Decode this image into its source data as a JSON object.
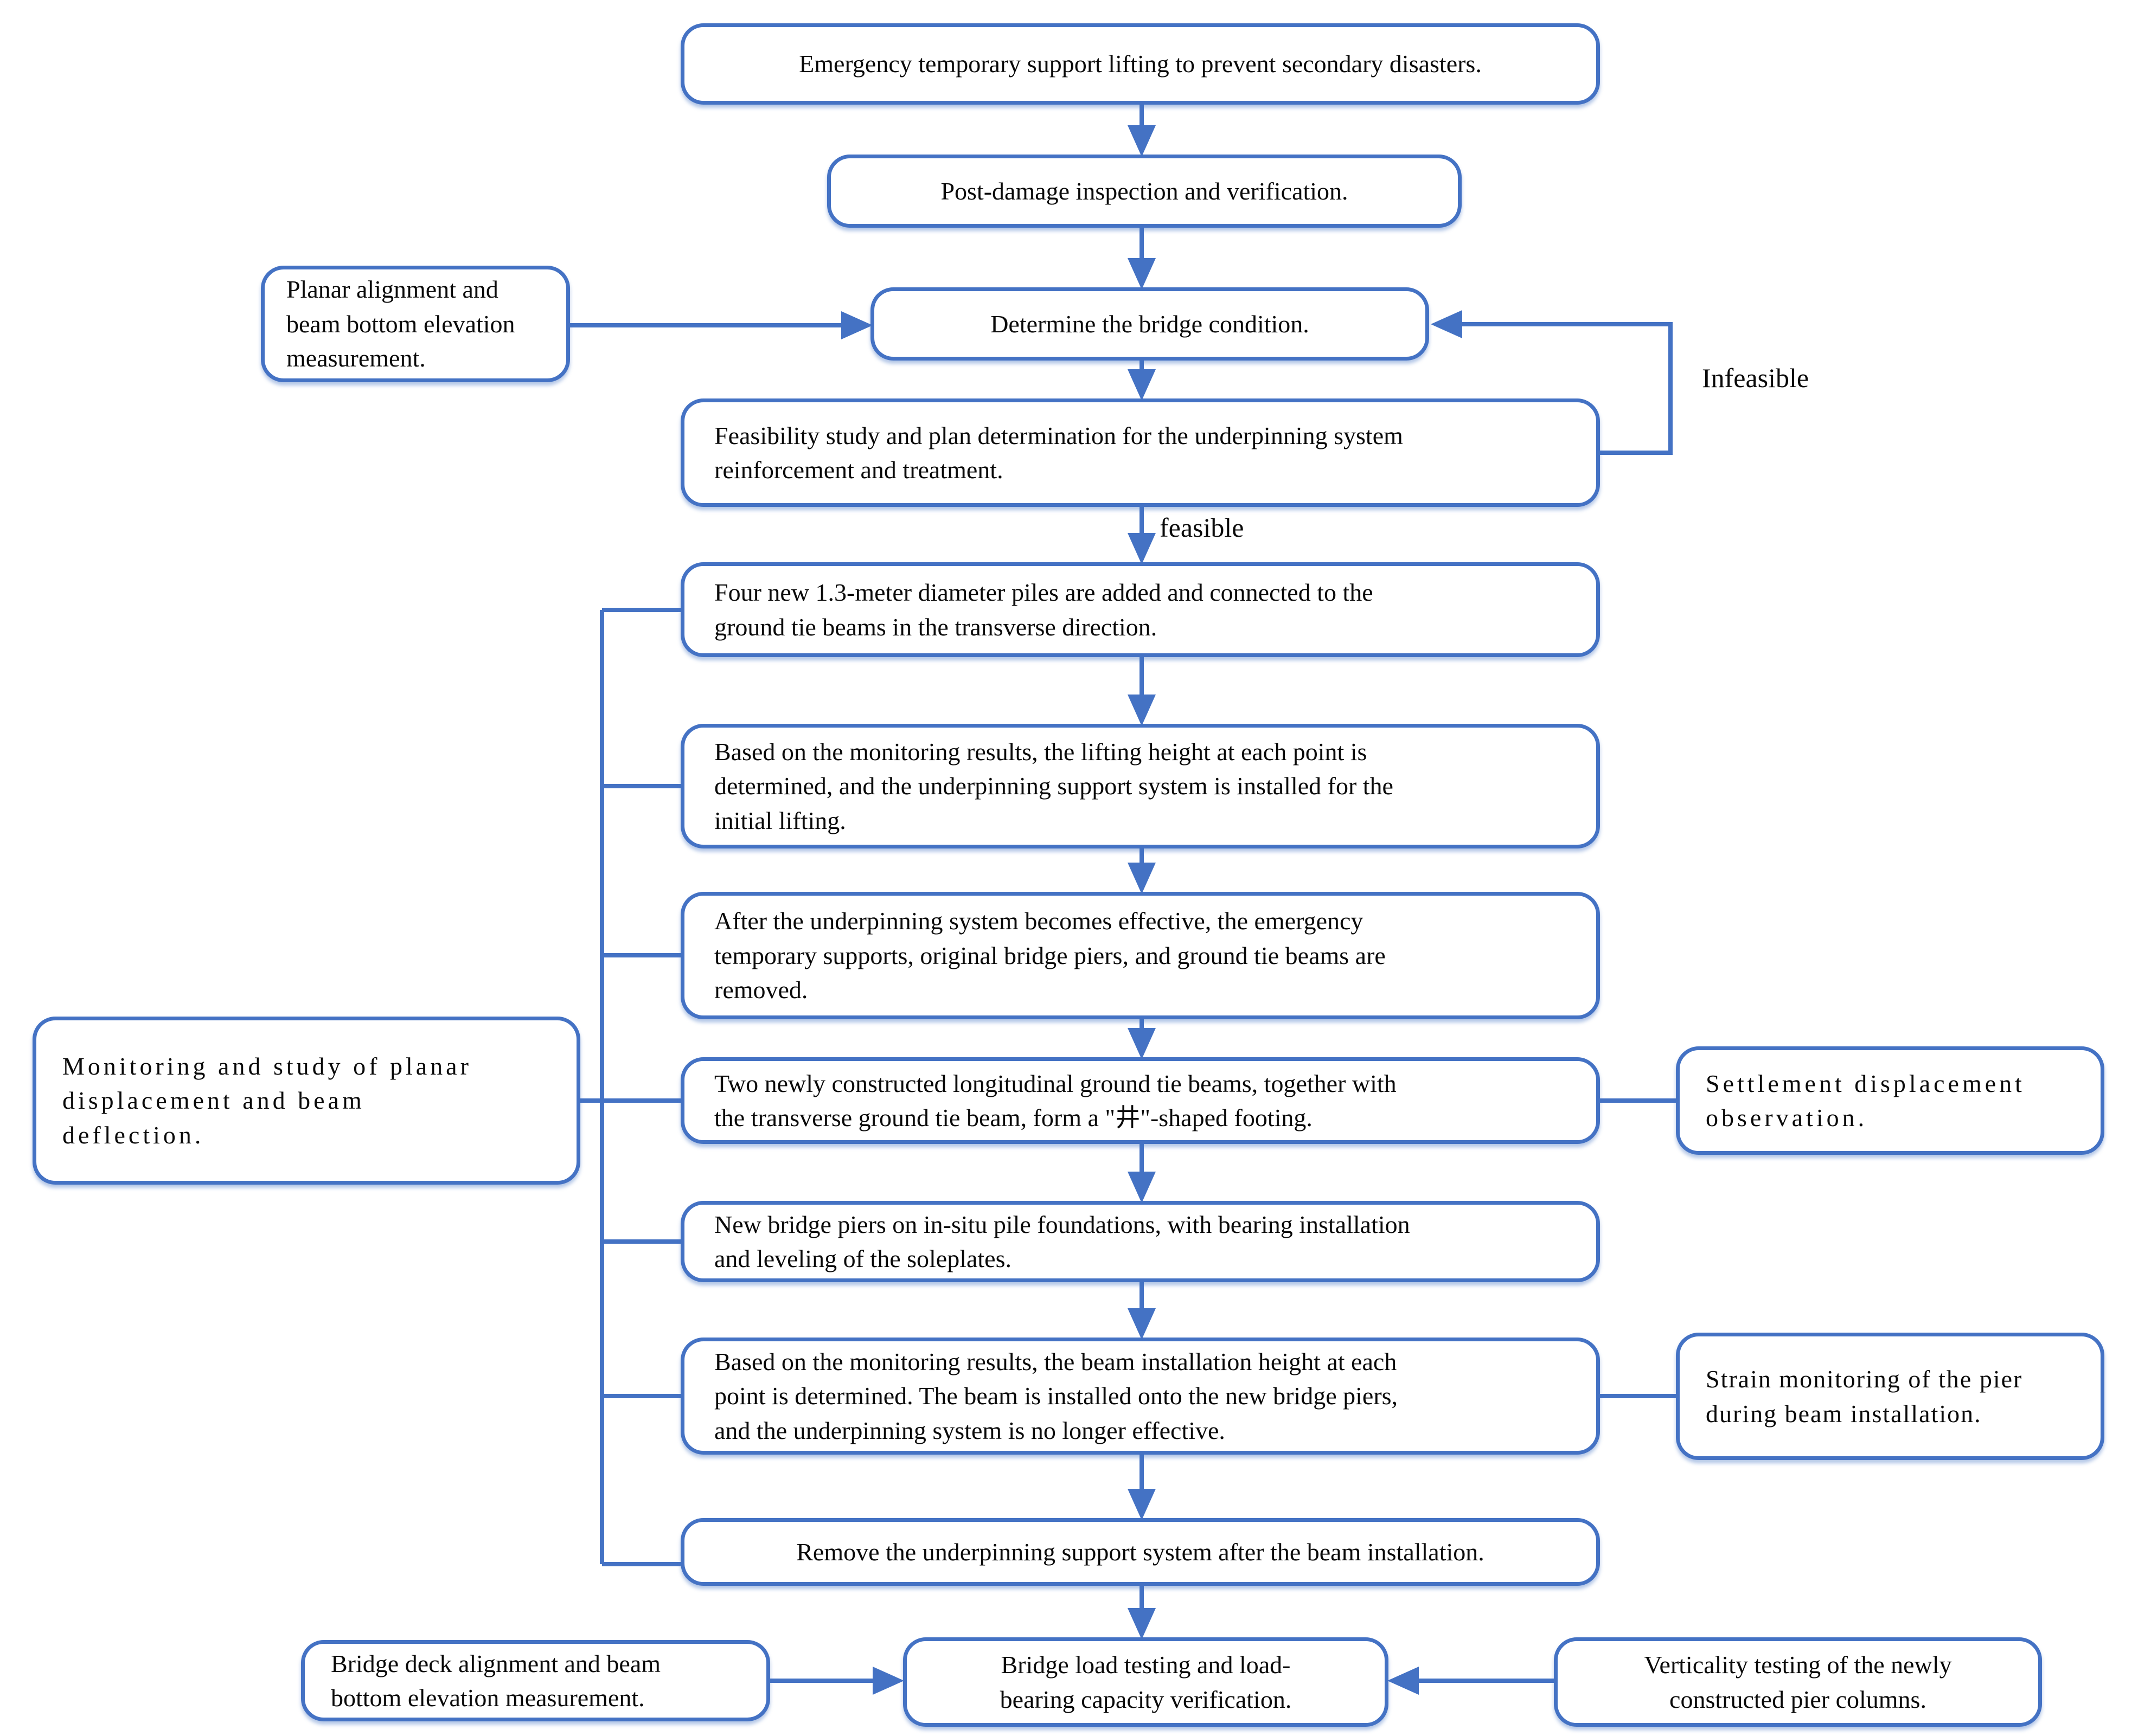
{
  "diagram": {
    "accent_color": "#4472C4",
    "background_color": "#ffffff",
    "text_color": "#0a0a0a",
    "edge_labels": {
      "infeasible": "Infeasible",
      "feasible": "feasible"
    },
    "main_flow": [
      {
        "id": "emergency-support",
        "text": "Emergency temporary support lifting to prevent secondary disasters."
      },
      {
        "id": "post-damage-inspection",
        "text": "Post-damage inspection and verification."
      },
      {
        "id": "determine-bridge-condition",
        "text": "Determine the bridge condition."
      },
      {
        "id": "feasibility-study",
        "text": "Feasibility study and plan determination for the underpinning system\nreinforcement and treatment."
      },
      {
        "id": "four-new-piles",
        "text": "Four new 1.3-meter diameter piles are added and connected to the\nground tie beams in the transverse direction."
      },
      {
        "id": "initial-lifting",
        "text": "Based on the monitoring results, the lifting height at each point is\ndetermined, and the underpinning support system is installed for the\ninitial lifting."
      },
      {
        "id": "remove-temporary-supports",
        "text": "After the underpinning system becomes effective, the emergency\ntemporary supports, original bridge piers, and ground tie beams are\nremoved."
      },
      {
        "id": "tie-beam-footing",
        "text": "Two newly constructed longitudinal ground tie beams, together with\nthe transverse ground tie beam, form a \"井\"-shaped footing."
      },
      {
        "id": "new-bridge-piers",
        "text": "New bridge piers on in-situ pile foundations, with bearing installation\nand leveling of the soleplates."
      },
      {
        "id": "beam-installation",
        "text": "Based on the monitoring results, the beam installation height at each\npoint is determined. The beam is installed onto the new bridge piers,\nand the underpinning system is no longer effective."
      },
      {
        "id": "remove-underpinning",
        "text": "Remove the underpinning support system after the beam installation."
      },
      {
        "id": "load-testing",
        "text": "Bridge load testing and load-\nbearing capacity verification."
      }
    ],
    "side_nodes": [
      {
        "id": "planar-alignment",
        "text": "Planar alignment and\nbeam bottom elevation\nmeasurement."
      },
      {
        "id": "monitoring-study",
        "text": "Monitoring and study of planar\ndisplacement and beam\ndeflection."
      },
      {
        "id": "settlement-observation",
        "text": "Settlement displacement\nobservation."
      },
      {
        "id": "strain-monitoring",
        "text": "Strain monitoring of the pier\nduring beam installation."
      },
      {
        "id": "bridge-deck-alignment",
        "text": "Bridge deck alignment and beam\nbottom elevation measurement."
      },
      {
        "id": "verticality-testing",
        "text": "Verticality testing of the newly\nconstructed pier columns."
      }
    ]
  }
}
